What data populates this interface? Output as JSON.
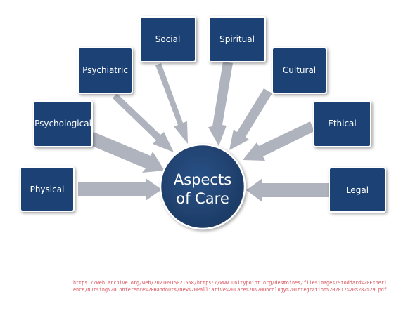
{
  "diagram": {
    "center": {
      "line1": "Aspects",
      "line2": "of Care"
    },
    "aspects": [
      "Physical",
      "Psychological",
      "Psychiatric",
      "Social",
      "Spiritual",
      "Cultural",
      "Ethical",
      "Legal"
    ]
  },
  "source_url": "https://web.archive.org/web/20210915021658/https://www.unitypoint.org/desmoines/filesimages/Stoddard%20Experience/Nursing%20Conference%20Handouts/New%20Palliative%20Care%20%20Oncology%20Integration%202017%20%282%29.pdf",
  "colors": {
    "box_fill": "#1e4274",
    "box_border": "#ffffff",
    "box_shadow": "#8a8f96",
    "arrow": "#aeb3bd",
    "center_fill": "#1f416e",
    "link": "#d9505a"
  }
}
